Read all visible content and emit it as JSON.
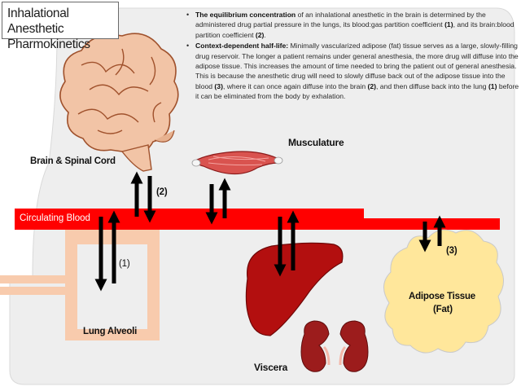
{
  "title": {
    "line1": "Inhalational Anesthetic",
    "line2": "Pharmokinetics"
  },
  "notes": [
    {
      "bold": "The equilibrium concentration",
      "segments": [
        {
          "t": " of an inhalational anesthetic in the brain is determined by the administered drug partial pressure in the lungs, its blood:gas partition coefficient "
        },
        {
          "t": "(1)",
          "b": true
        },
        {
          "t": ", and its brain:blood partition coefficient "
        },
        {
          "t": "(2)",
          "b": true
        },
        {
          "t": "."
        }
      ]
    },
    {
      "bold": "Context-dependent half-life:",
      "segments": [
        {
          "t": " Minimally vascularized adipose (fat) tissue serves as a large, slowly-filling drug reservoir. The longer a patient remains under general anesthesia, the more drug will diffuse into the adipose tissue. This increases the amount of time needed to bring the patient out of general anesthesia. This is because the anesthetic drug will need to slowly diffuse back out of the adipose tissue into the blood "
        },
        {
          "t": "(3)",
          "b": true
        },
        {
          "t": ", where it can once again diffuse into the brain "
        },
        {
          "t": "(2)",
          "b": true
        },
        {
          "t": ", and then diffuse back into the lung "
        },
        {
          "t": "(1)",
          "b": true
        },
        {
          "t": " before it can be eliminated from the body by exhalation."
        }
      ]
    }
  ],
  "labels": {
    "brain": "Brain & Spinal Cord",
    "musculature": "Musculature",
    "circulating_blood": "Circulating Blood",
    "lung": "Lung Alveoli",
    "viscera": "Viscera",
    "adipose_line1": "Adipose Tissue",
    "adipose_line2": "(Fat)",
    "mark1": "(1)",
    "mark2": "(2)",
    "mark3": "(3)"
  },
  "colors": {
    "blood": "#ff0000",
    "body": "#eeeeee",
    "lung_tube": "#f8cbad",
    "fat": "#ffe79b",
    "liver": "#b30f0f",
    "kidney": "#9c1c1c",
    "brain": "#f2c4a6",
    "muscle": "#d9534f",
    "arrow": "#000000"
  },
  "icons": [
    "brain-icon",
    "muscle-icon",
    "liver-icon",
    "kidney-icon"
  ]
}
